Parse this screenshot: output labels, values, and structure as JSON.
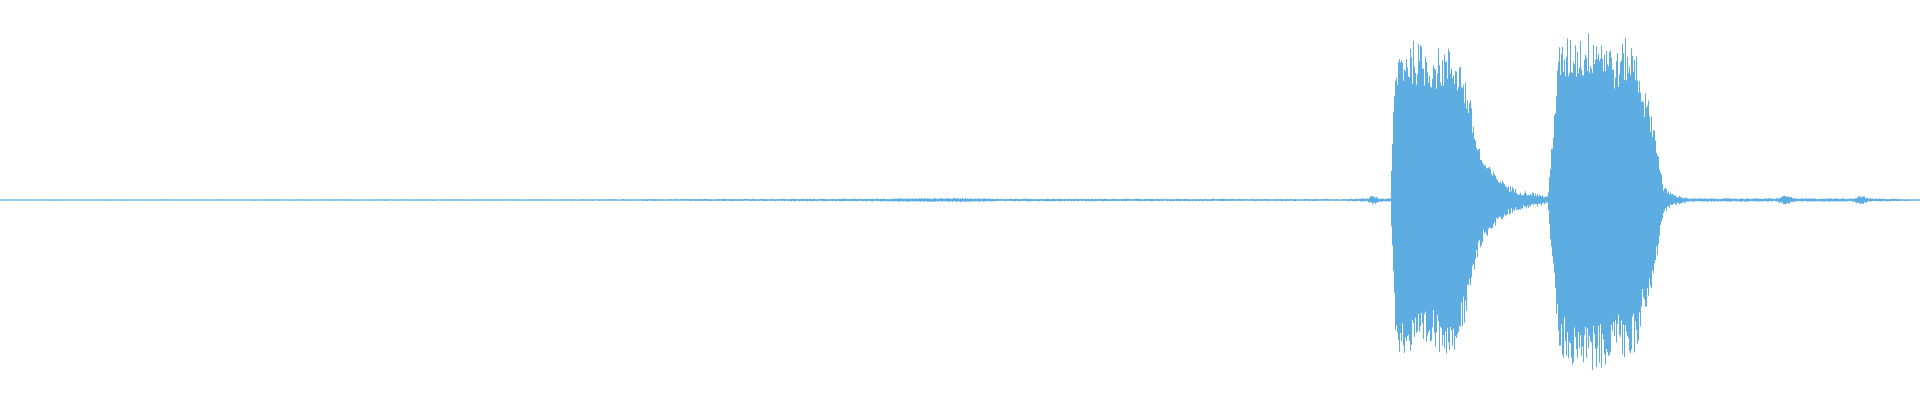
{
  "waveform": {
    "color": "#5dade2",
    "background": "#ffffff",
    "duration_fraction_envelope": [
      [
        0.0,
        0.004
      ],
      [
        0.1,
        0.004
      ],
      [
        0.3,
        0.005
      ],
      [
        0.45,
        0.008
      ],
      [
        0.47,
        0.01
      ],
      [
        0.5,
        0.012
      ],
      [
        0.52,
        0.008
      ],
      [
        0.7,
        0.006
      ],
      [
        0.712,
        0.01
      ],
      [
        0.715,
        0.03
      ],
      [
        0.718,
        0.01
      ],
      [
        0.724,
        0.01
      ],
      [
        0.726,
        0.7
      ],
      [
        0.728,
        0.88
      ],
      [
        0.735,
        0.92
      ],
      [
        0.745,
        0.87
      ],
      [
        0.755,
        0.88
      ],
      [
        0.76,
        0.83
      ],
      [
        0.765,
        0.62
      ],
      [
        0.768,
        0.4
      ],
      [
        0.772,
        0.24
      ],
      [
        0.78,
        0.13
      ],
      [
        0.79,
        0.06
      ],
      [
        0.8,
        0.04
      ],
      [
        0.806,
        0.02
      ],
      [
        0.809,
        0.5
      ],
      [
        0.812,
        0.9
      ],
      [
        0.82,
        0.96
      ],
      [
        0.825,
        0.94
      ],
      [
        0.83,
        1.0
      ],
      [
        0.836,
        0.95
      ],
      [
        0.842,
        0.85
      ],
      [
        0.846,
        0.93
      ],
      [
        0.852,
        0.88
      ],
      [
        0.856,
        0.65
      ],
      [
        0.86,
        0.52
      ],
      [
        0.863,
        0.32
      ],
      [
        0.866,
        0.08
      ],
      [
        0.872,
        0.03
      ],
      [
        0.88,
        0.01
      ],
      [
        0.925,
        0.01
      ],
      [
        0.93,
        0.03
      ],
      [
        0.935,
        0.01
      ],
      [
        0.965,
        0.01
      ],
      [
        0.969,
        0.03
      ],
      [
        0.973,
        0.01
      ],
      [
        1.0,
        0.005
      ]
    ]
  }
}
